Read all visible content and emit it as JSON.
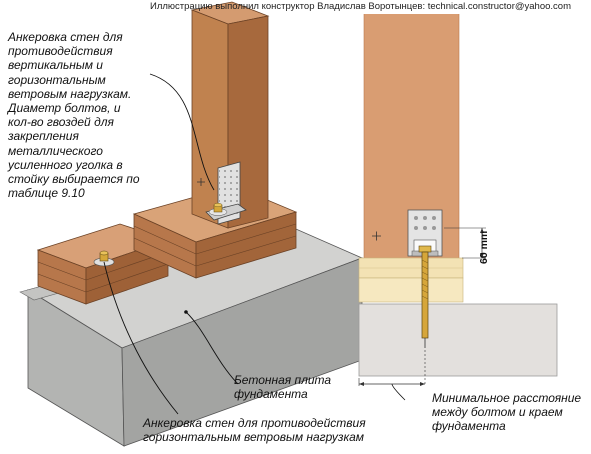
{
  "credit": "Иллюстрацию выполнил конструктор Владислав Воротынцев: technical.constructor@yahoo.com",
  "labels": {
    "wall_anchorage_description": "Анкеровка стен для\nпротиводействия\nвертикальным и\nгоризонтальным\nветровым нагрузкам.\nДиаметр болтов, и\nкол-во гвоздей для\nзакрепления\nметаллического\nусиленного уголка в\nстойку выбирается по\nтаблице 9.10",
    "concrete_slab": "Бетонная плита\nфундамента",
    "horizontal_anchorage": "Анкеровка стен для противодействия\nгоризонтальным ветровым нагрузкам",
    "min_edge_distance": "Минимальное расстояние\nмежду болтом и краем\nфундамента",
    "dimension": "60 mm"
  },
  "colors": {
    "wood": "#c9875a",
    "wood_light": "#d99d72",
    "wood_dark": "#9a6038",
    "plate": "#f3e2b4",
    "concrete": "#a9aaa8",
    "concrete_light": "#e4e2e0",
    "steel": "#d8d8d8",
    "bolt": "#d4a73a"
  }
}
